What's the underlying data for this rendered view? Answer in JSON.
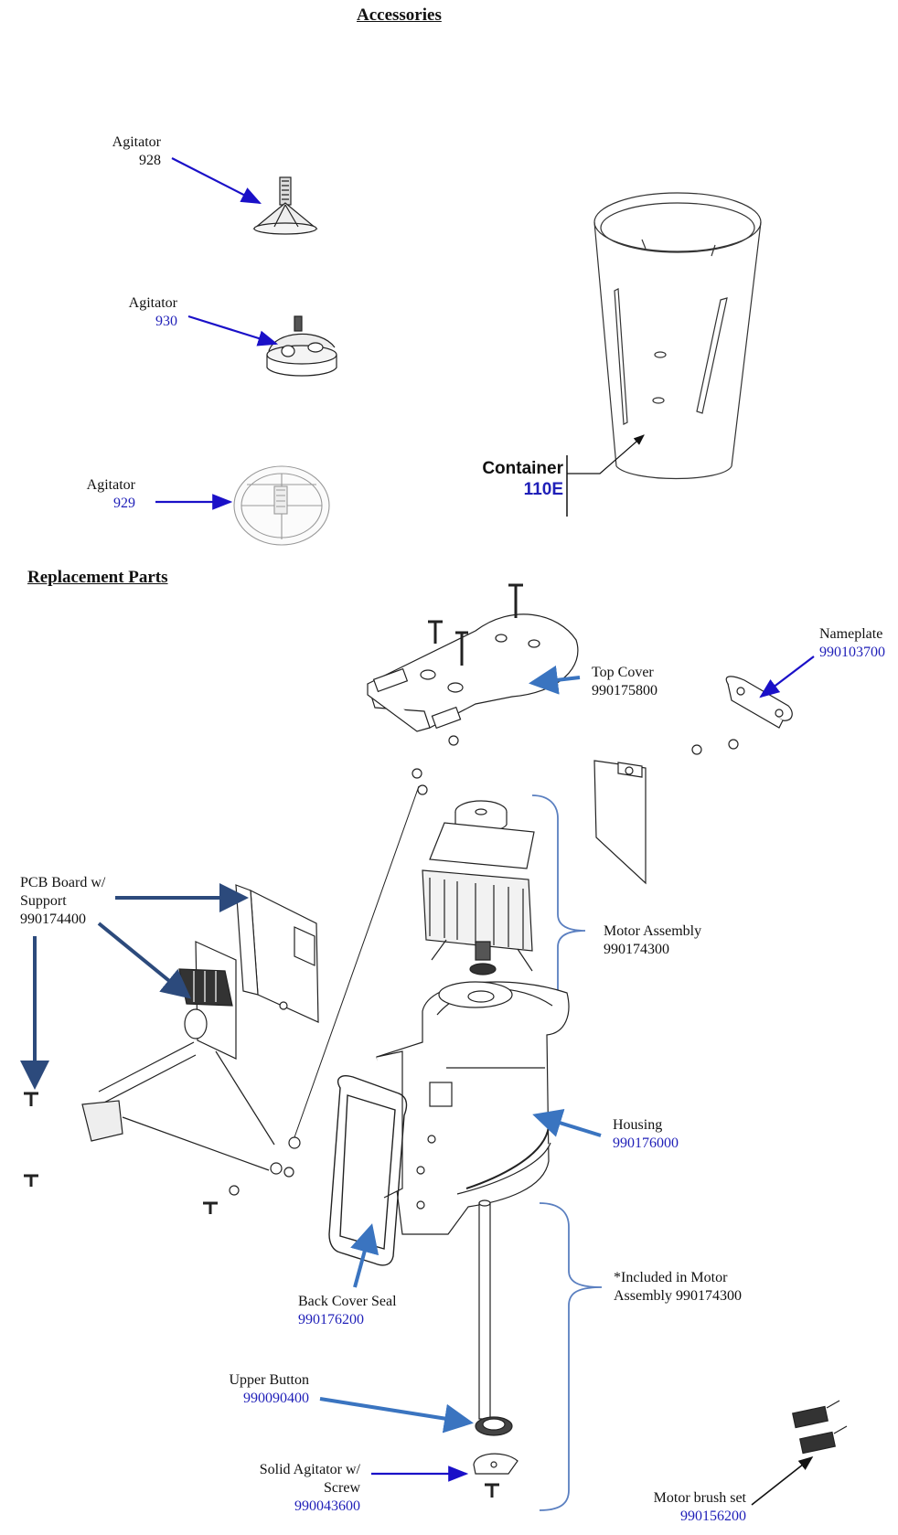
{
  "headings": {
    "accessories": "Accessories",
    "replacement_parts": "Replacement Parts"
  },
  "accessories": [
    {
      "name": "Agitator",
      "part": "928"
    },
    {
      "name": "Agitator",
      "part": "930"
    },
    {
      "name": "Agitator",
      "part": "929"
    }
  ],
  "container": {
    "name": "Container",
    "part": "110E"
  },
  "parts": {
    "top_cover": {
      "name": "Top Cover",
      "part": "990175800"
    },
    "nameplate": {
      "name": "Nameplate",
      "part": "990103700"
    },
    "pcb": {
      "name_line1": "PCB Board w/",
      "name_line2": "Support",
      "part": "990174400"
    },
    "motor_assembly": {
      "name": "Motor Assembly",
      "part": "990174300"
    },
    "housing": {
      "name": "Housing",
      "part": "990176000"
    },
    "included_note": {
      "line1": "*Included in Motor",
      "line2": "Assembly 990174300"
    },
    "back_cover_seal": {
      "name": "Back Cover Seal",
      "part": "990176200"
    },
    "upper_button": {
      "name": "Upper Button",
      "part": "990090400"
    },
    "solid_agitator": {
      "name_line1": "Solid Agitator w/",
      "name_line2": "Screw",
      "part": "990043600"
    },
    "motor_brush": {
      "name": "Motor brush set",
      "part": "990156200"
    }
  },
  "colors": {
    "part_number": "#1f1fb8",
    "arrow_accessory": "#1a10c8",
    "arrow_replacement": "#3a74c0",
    "arrow_dark": "#2c4a7c",
    "bracket": "#5a7fc0"
  }
}
